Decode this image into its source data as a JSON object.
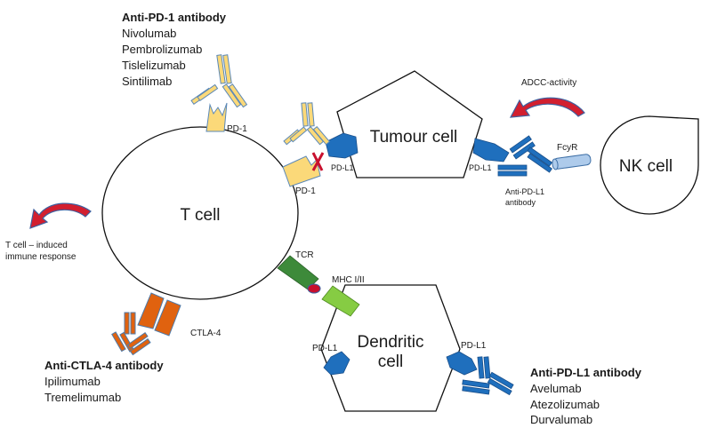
{
  "cells": {
    "t_cell": "T cell",
    "tumour_cell": "Tumour cell",
    "nk_cell": "NK cell",
    "dendritic_cell_line1": "Dendritic",
    "dendritic_cell_line2": "cell"
  },
  "labels": {
    "pd1_top": "PD-1",
    "pd1_right": "PD-1",
    "pdl1_tumour_left": "PD-L1",
    "pdl1_tumour_right": "PD-L1",
    "pdl1_dendritic_left": "PD-L1",
    "pdl1_dendritic_right": "PD-L1",
    "fcyr": "FcyR",
    "anti_pdl1_small_line1": "Anti-PD-L1",
    "anti_pdl1_small_line2": "antibody",
    "adcc": "ADCC-activity",
    "t_cell_response_line1": "T cell – induced",
    "t_cell_response_line2": "immune response",
    "tcr": "TCR",
    "mhc": "MHC I/II",
    "ctla4": "CTLA-4"
  },
  "drug_groups": {
    "anti_pd1": {
      "title": "Anti-PD-1 antibody",
      "drugs": [
        "Nivolumab",
        "Pembrolizumab",
        "Tislelizumab",
        "Sintilimab"
      ]
    },
    "anti_ctla4": {
      "title": "Anti-CTLA-4 antibody",
      "drugs": [
        "Ipilimumab",
        "Tremelimumab"
      ]
    },
    "anti_pdl1": {
      "title": "Anti-PD-L1 antibody",
      "drugs": [
        "Avelumab",
        "Atezolizumab",
        "Durvalumab"
      ]
    }
  },
  "colors": {
    "pd1_receptor": "#fbd979",
    "pdl1_ligand": "#1f6fbd",
    "ctla4": "#e0620f",
    "tcr": "#3d8a3a",
    "mhc": "#86cc43",
    "fcyr": "#aecbeb",
    "arrows": "#d21f2f"
  }
}
